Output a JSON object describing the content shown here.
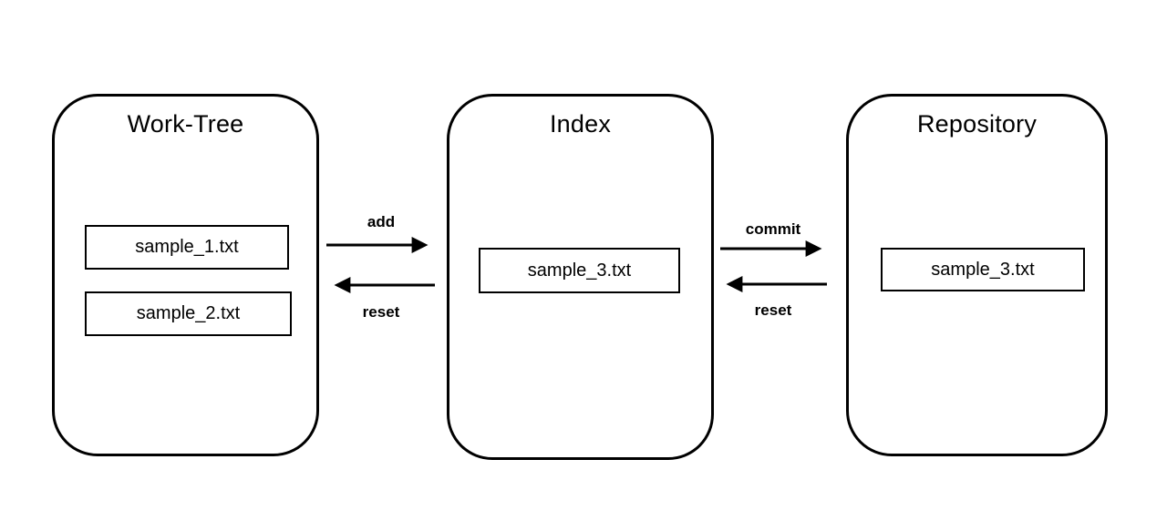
{
  "diagram": {
    "type": "flow-diagram",
    "topic": "git staging workflow",
    "colors": {
      "stroke": "#000000",
      "background": "#ffffff",
      "text": "#000000"
    },
    "nodes": [
      {
        "id": "work-tree",
        "label": "Work-Tree",
        "files": [
          "sample_1.txt",
          "sample_2.txt"
        ]
      },
      {
        "id": "index",
        "label": "Index",
        "files": [
          "sample_3.txt"
        ]
      },
      {
        "id": "repository",
        "label": "Repository",
        "files": [
          "sample_3.txt"
        ]
      }
    ],
    "edges": [
      {
        "from": "work-tree",
        "to": "index",
        "label": "add",
        "direction": "right"
      },
      {
        "from": "index",
        "to": "work-tree",
        "label": "reset",
        "direction": "left"
      },
      {
        "from": "index",
        "to": "repository",
        "label": "commit",
        "direction": "right"
      },
      {
        "from": "repository",
        "to": "index",
        "label": "reset",
        "direction": "left"
      }
    ]
  }
}
